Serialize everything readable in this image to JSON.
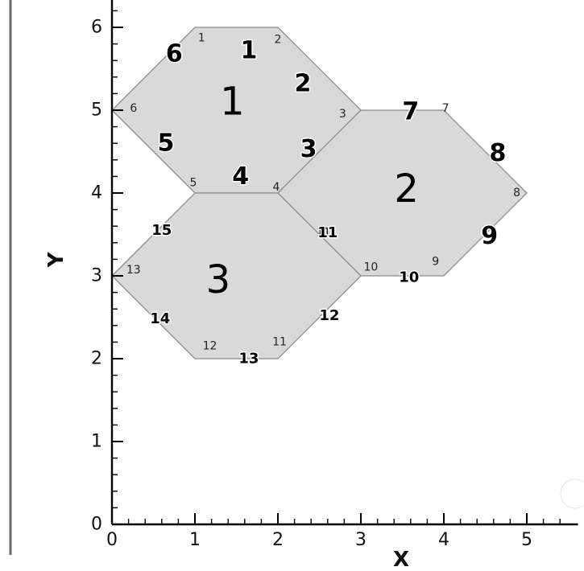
{
  "plot": {
    "x_title": "X",
    "y_title": "Y",
    "xlim": [
      0,
      5.5
    ],
    "ylim": [
      0,
      6.4
    ],
    "x_ticks": [
      "0",
      "1",
      "2",
      "3",
      "4",
      "5"
    ],
    "y_ticks": [
      "0",
      "1",
      "2",
      "3",
      "4",
      "5",
      "6"
    ],
    "colors": {
      "cell_fill": "#d9d9d9",
      "cell_edge": "#8c8c8c",
      "axis": "#000000"
    }
  },
  "cells": [
    {
      "id": "1",
      "vertices": [
        [
          1,
          6
        ],
        [
          2,
          6
        ],
        [
          3,
          5
        ],
        [
          2,
          4
        ],
        [
          1,
          4
        ],
        [
          0,
          5
        ]
      ],
      "center": [
        1.45,
        5.1
      ],
      "node_labels": [
        {
          "text": "1",
          "at": [
            1.08,
            5.87
          ]
        },
        {
          "text": "2",
          "at": [
            2.0,
            5.85
          ]
        },
        {
          "text": "3",
          "at": [
            2.78,
            4.95
          ]
        },
        {
          "text": "4",
          "at": [
            1.98,
            4.07
          ]
        },
        {
          "text": "5",
          "at": [
            0.98,
            4.12
          ]
        },
        {
          "text": "6",
          "at": [
            0.26,
            5.02
          ]
        }
      ],
      "edge_labels": [
        {
          "text": "1",
          "at": [
            1.65,
            5.72
          ]
        },
        {
          "text": "2",
          "at": [
            2.3,
            5.32
          ]
        },
        {
          "text": "3",
          "at": [
            2.37,
            4.53
          ]
        },
        {
          "text": "4",
          "at": [
            1.55,
            4.2
          ]
        },
        {
          "text": "5",
          "at": [
            0.65,
            4.6
          ]
        },
        {
          "text": "6",
          "at": [
            0.75,
            5.68
          ]
        }
      ]
    },
    {
      "id": "2",
      "vertices": [
        [
          3,
          5
        ],
        [
          4,
          5
        ],
        [
          5,
          4
        ],
        [
          4,
          3
        ],
        [
          3,
          3
        ],
        [
          2,
          4
        ]
      ],
      "center": [
        3.55,
        4.05
      ],
      "node_labels": [
        {
          "text": "7",
          "at": [
            4.02,
            5.02
          ]
        },
        {
          "text": "8",
          "at": [
            4.88,
            4.0
          ]
        },
        {
          "text": "9",
          "at": [
            3.9,
            3.17
          ]
        },
        {
          "text": "10",
          "at": [
            3.12,
            3.1
          ]
        },
        {
          "text": "11",
          "at": [
            2.55,
            3.52
          ]
        }
      ],
      "edge_labels": [
        {
          "text": "7",
          "at": [
            3.6,
            4.98
          ]
        },
        {
          "text": "8",
          "at": [
            4.65,
            4.48
          ]
        },
        {
          "text": "9",
          "at": [
            4.55,
            3.48
          ]
        },
        {
          "text": "10",
          "at": [
            3.58,
            2.98
          ]
        }
      ]
    },
    {
      "id": "3",
      "vertices": [
        [
          1,
          4
        ],
        [
          2,
          4
        ],
        [
          3,
          3
        ],
        [
          2,
          2
        ],
        [
          1,
          2
        ],
        [
          0,
          3
        ]
      ],
      "center": [
        1.28,
        2.95
      ],
      "node_labels": [
        {
          "text": "11",
          "at": [
            2.02,
            2.2
          ]
        },
        {
          "text": "12",
          "at": [
            1.18,
            2.15
          ]
        },
        {
          "text": "13",
          "at": [
            0.26,
            3.07
          ]
        }
      ],
      "edge_labels": [
        {
          "text": "11",
          "at": [
            2.6,
            3.52
          ]
        },
        {
          "text": "12",
          "at": [
            2.62,
            2.52
          ]
        },
        {
          "text": "13",
          "at": [
            1.65,
            2.0
          ]
        },
        {
          "text": "14",
          "at": [
            0.58,
            2.48
          ]
        },
        {
          "text": "15",
          "at": [
            0.6,
            3.55
          ]
        }
      ]
    }
  ]
}
